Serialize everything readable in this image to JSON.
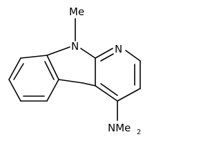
{
  "molecule": {
    "labels": {
      "methyl": "Me",
      "indole_n": "N",
      "pyridine_n": "N",
      "amine_prefix": "NMe",
      "amine_subscript": "2"
    }
  }
}
